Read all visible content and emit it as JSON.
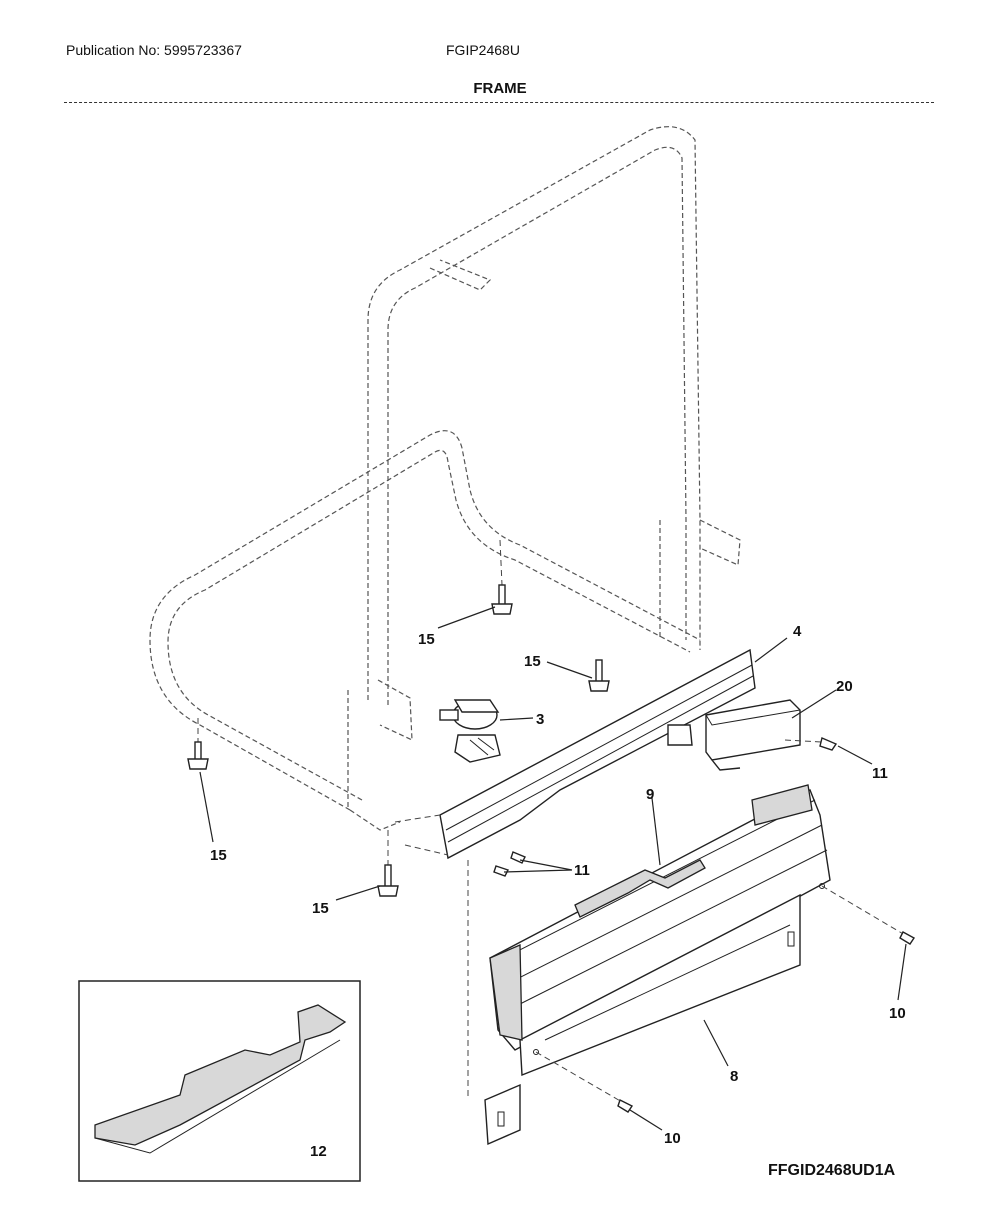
{
  "header": {
    "publication": "Publication No: 5995723367",
    "model": "FGIP2468U",
    "title": "FRAME"
  },
  "footer": {
    "diagram_code": "FFGID2468UD1A"
  },
  "callouts": {
    "c3": "3",
    "c4": "4",
    "c8": "8",
    "c9": "9",
    "c10a": "10",
    "c10b": "10",
    "c11a": "11",
    "c11b": "11",
    "c12": "12",
    "c15a": "15",
    "c15b": "15",
    "c15c": "15",
    "c15d": "15",
    "c20": "20"
  }
}
